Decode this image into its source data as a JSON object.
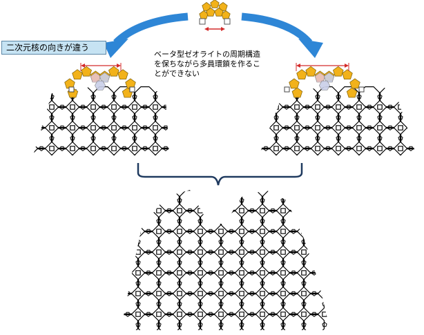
{
  "labels": {
    "orientation_differs": "二次元核の向きが違う",
    "note_lines": [
      "ベータ型ゼオライトの周期構造",
      "を保ちながら多員環鎖を作るこ",
      "とができない"
    ]
  },
  "colors": {
    "accent_arrow": "#2e86d6",
    "nucleus_fill": "#f2b21a",
    "nucleus_stroke": "#8a6a10",
    "ring_fill": "#c9cfe8",
    "ring_fill_pink": "#e8c3c8",
    "measure_arrow": "#d42a2a",
    "brace": "#1f3a5f",
    "framework_stroke": "#000000",
    "label_bg": "#c6e3f3"
  },
  "icons": {
    "left_arrow": "curved-arrow-left-icon",
    "right_arrow": "curved-arrow-right-icon"
  }
}
